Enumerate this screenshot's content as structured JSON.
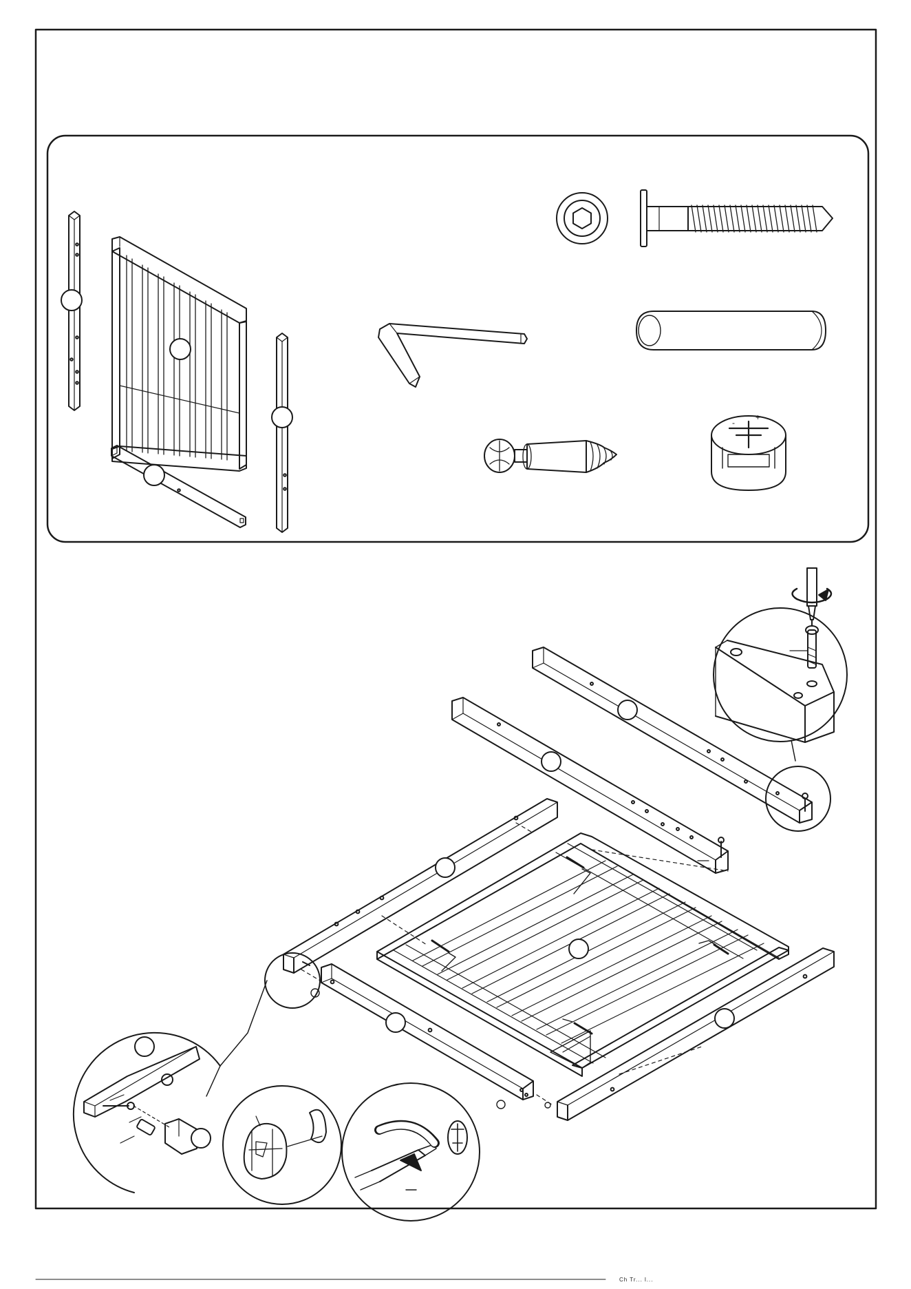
{
  "document": {
    "type": "assembly-instruction-sheet",
    "footer_text": "Ch Tr... l..."
  },
  "parts_panel": {
    "parts": [
      {
        "name": "side-rail-left"
      },
      {
        "name": "slatted-panel"
      },
      {
        "name": "side-rail-right"
      },
      {
        "name": "bottom-rail"
      }
    ],
    "hardware": [
      {
        "name": "bolt-head-cap"
      },
      {
        "name": "connector-bolt"
      },
      {
        "name": "allen-key"
      },
      {
        "name": "wood-dowel"
      },
      {
        "name": "cam-bolt"
      },
      {
        "name": "cam-lock-nut"
      }
    ]
  },
  "assembly_step": {
    "callouts": [
      "rail-end-detail",
      "cam-joint-detail",
      "cam-lock-detail",
      "cam-turn-detail"
    ],
    "rotation_direction": "clockwise"
  },
  "colors": {
    "line": "#1a1a1a",
    "background": "#ffffff"
  }
}
